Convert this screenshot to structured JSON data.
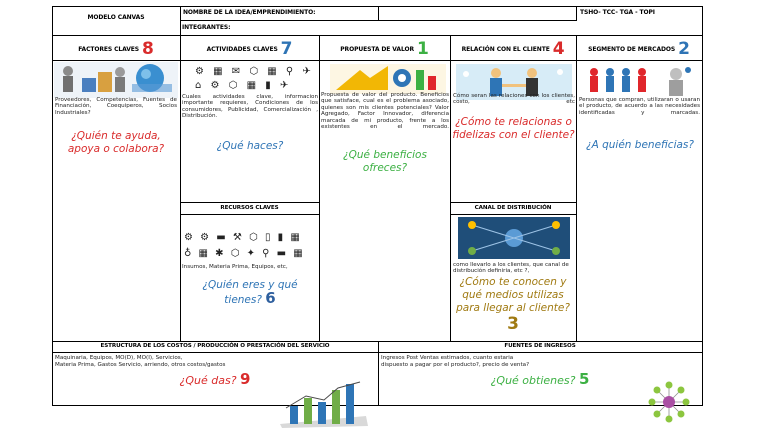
{
  "header": {
    "title": "MODELO CANVAS",
    "idea_label": "NOMBRE DE LA IDEA/EMPRENDIMIENTO:",
    "members_label": "INTEGRANTES:",
    "program": "TSHO- TCC- TGA - TOPI"
  },
  "columns": {
    "factores": {
      "title": "FACTORES CLAVES",
      "number": "8",
      "desc": "Proveedores, Competencias, Fuentes de Financiación, Coequiperos, Socios Industriales?",
      "question": "¿Quién te ayuda, apoya o colabora?"
    },
    "actividades": {
      "title": "ACTIVIDADES CLAVES",
      "number": "7",
      "icons": "⚙ ▦ ✉ ⬡ ▦ ⚲ ✈",
      "desc": "Cuales actividades clave, informacion importante requieres, Condiciones de los consumidores, Publicidad, Comercialización , Distribución.",
      "question": "¿Qué haces?"
    },
    "recursos": {
      "title": "RECURSOS CLAVES",
      "icons": "⚙ ⚙ ▬ ⚒ ⬡ ▯ ▮ ▦",
      "icons2": "♁ ▦ ✱ ⬡ ✦ ⚲ ▬ ▦",
      "desc": "Insumos, Materia Prima, Equipos, etc,",
      "question": "¿Quién eres y qué tienes?",
      "number": "6"
    },
    "propuesta": {
      "title": "PROPUESTA DE VALOR",
      "number": "1",
      "desc": "Propuesta de valor del producto. Beneficios que satisface, cual es el problema asociado, quienes son mis clientes potenciales? Valor Agregado, Factor Innovador, diferencia marcada de mi producto, frente a los existentes en el mercado.",
      "question": "¿Qué beneficios ofreces?"
    },
    "relacion": {
      "title": "RELACIÓN CON EL CLIENTE",
      "number": "4",
      "desc": "Cómo seran las relaciones con los clientes, costo, etc",
      "question": "¿Cómo te relacionas o fidelizas con el cliente?"
    },
    "canal": {
      "title": "CANAL DE DISTRIBUCIÓN",
      "desc": "como llevarlo a los clientes, que canal de distribución definiria, etc ?,",
      "question": "¿Cómo te conocen y qué medios utilizas para llegar al cliente?",
      "number": "3"
    },
    "segmento": {
      "title": "SEGMENTO DE MERCADOS",
      "number": "2",
      "desc": "Personas que compran, utilizaran o usaran el producto, de acuerdo a las necesidades identificadas y marcadas.",
      "question": "¿A quién beneficias?"
    }
  },
  "bottom": {
    "costos": {
      "title": "ESTRUCTURA DE LOS COSTOS / PRODUCCIÓN O PRESTACIÓN DEL SERVICIO",
      "desc_1": "Maquinaria, Equipos, MO(D), MO(I), Servicios,",
      "desc_2": "Materia Prima, Gastos Servicio, arriendo, otros costos/gastos",
      "question": "¿Qué das?",
      "number": "9"
    },
    "ingresos": {
      "title": "FUENTES DE INGRESOS",
      "desc_1": "Ingresos Post Ventas estimados, cuanto estaria",
      "desc_2": "dispuesto a pagar por el producto?, precio de venta?",
      "question": "¿Qué obtienes?",
      "number": "5"
    }
  },
  "colors": {
    "n8": "#e0262b",
    "n7": "#2e75b6",
    "n1": "#3cb043",
    "n4": "#e0262b",
    "n2": "#2e75b6",
    "n6": "#2e75b6",
    "n3": "#a07a12",
    "n9": "#e0262b",
    "n5": "#3cb043"
  }
}
